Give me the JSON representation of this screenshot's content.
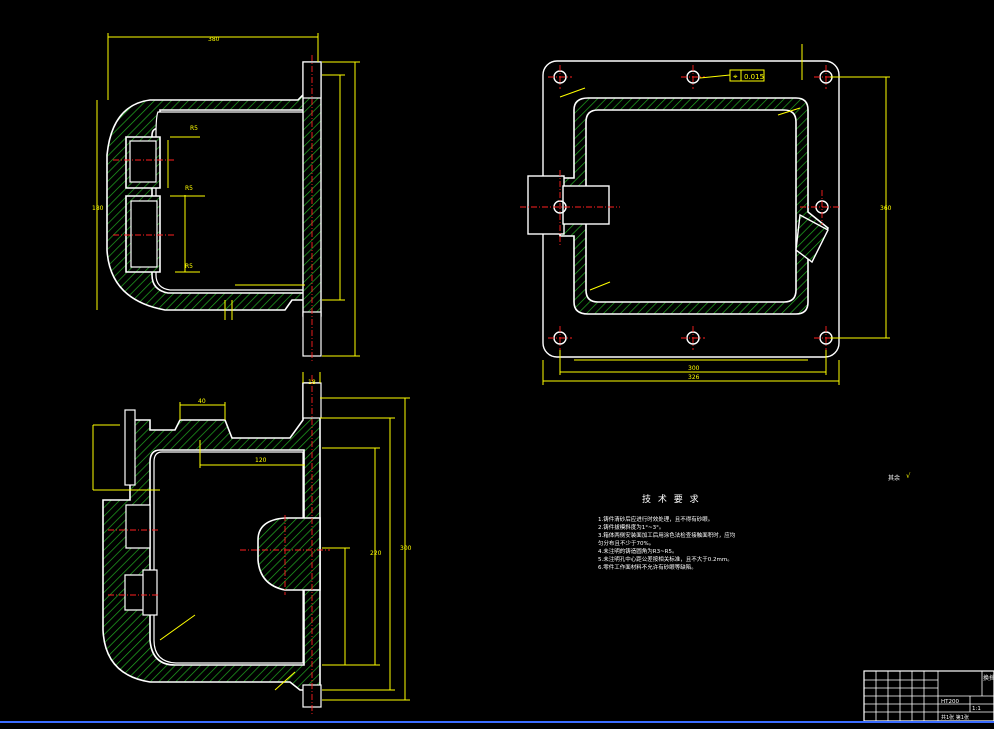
{
  "drawing": {
    "tolerance_symbol": "⌖",
    "tolerance_value": "0.015",
    "other_mark": "其余",
    "tech_req_title": "技 术 要 求",
    "tech_req_lines": [
      "1.铸件清砂后应进行时效处理，且不得有砂眼。",
      "2.铸件拔模斜度为1°~3°。",
      "3.箱体两侧安装面加工后用涂色法检查接触面积时，应均",
      "   匀分布且不少于70%。",
      "4.未注明的铸造圆角为R3~R5。",
      "5.未注明孔中心距公差按相关标准，且不大于0.2mm。",
      "6.零件工作面材料不允许有砂眼等缺陷。"
    ],
    "title_block": {
      "part_name": "换挡箱体",
      "material": "HT200",
      "scale": "1:1",
      "sheet": "共1张 第1张"
    },
    "colors": {
      "background": "#000000",
      "outline": "#ffffff",
      "dimension": "#ffff00",
      "centerline": "#ff2020",
      "hatch": "#22aa22",
      "status_line": "#3a6cff"
    }
  }
}
